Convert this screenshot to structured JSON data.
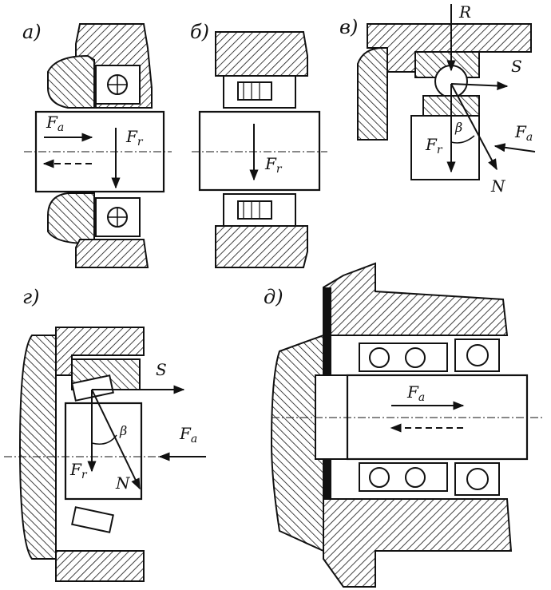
{
  "panels": [
    {
      "label": "а)"
    },
    {
      "label": "б)"
    },
    {
      "label": "в)"
    },
    {
      "label": "г)"
    },
    {
      "label": "д)"
    }
  ],
  "forces": {
    "Fa": "F",
    "a_sub": "a",
    "Fr": "F",
    "r_sub": "r",
    "R": "R",
    "S": "S",
    "N": "N",
    "beta": "β"
  }
}
